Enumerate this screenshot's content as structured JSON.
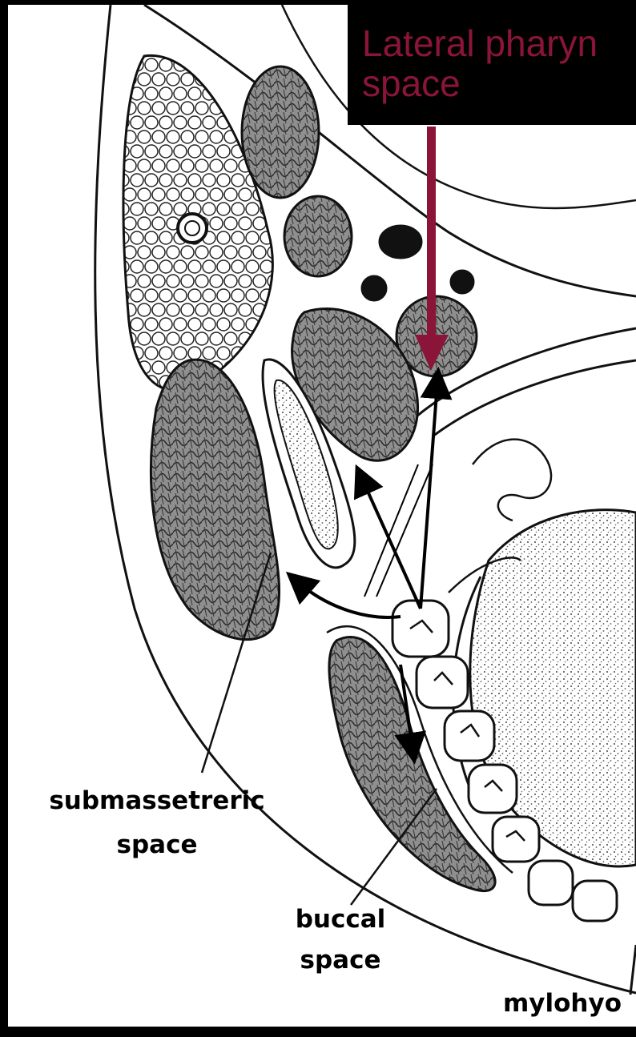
{
  "diagram": {
    "callout": {
      "line1": "Lateral pharyn",
      "line2": "space",
      "color": "#8b1538"
    },
    "labels": {
      "submasseteric_line1": "submassetreric",
      "submasseteric_line2": "space",
      "buccal_line1": "buccal",
      "buccal_line2": "space",
      "mylohyoid": "mylohyo"
    },
    "colors": {
      "frame": "#000000",
      "paper": "#ffffff",
      "ink": "#111111",
      "muscle_fill": "#8a8a8a",
      "tongue_fill": "#d2d2d2",
      "arrow": "#8b1538"
    }
  }
}
